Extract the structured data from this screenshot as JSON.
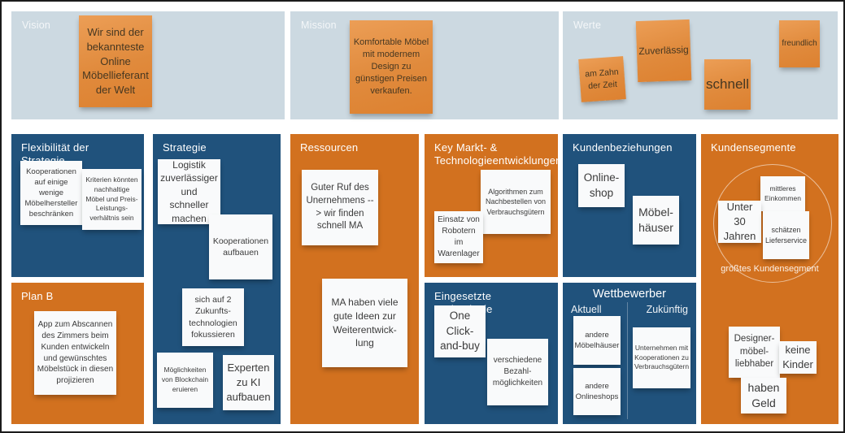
{
  "top_sections": [
    {
      "label": "Vision",
      "notes": [
        "Wir sind der bekannteste Online Möbellieferant der Welt"
      ]
    },
    {
      "label": "Mission",
      "notes": [
        "Komfortable Möbel mit modernem Design zu günstigen Preisen verkaufen."
      ]
    },
    {
      "label": "Werte",
      "notes": [
        "am Zahn der Zeit",
        "Zuverlässig",
        "schnell",
        "freundlich"
      ]
    }
  ],
  "panels": {
    "flexibilitaet": {
      "label": "Flexibilität der Strategie",
      "notes": [
        "Kooperationen auf einige wenige Möbelhersteller beschränken",
        "Kriterien könnten nachhaltige Möbel und Preis-Leistungs-verhältnis sein"
      ]
    },
    "plan_b": {
      "label": "Plan B",
      "notes": [
        "App zum Abscannen des Zimmers beim Kunden entwickeln und gewünschtes Möbelstück in diesen projizieren"
      ]
    },
    "strategie": {
      "label": "Strategie",
      "notes": [
        "Logistik zuverlässiger und schneller machen",
        "Kooperationen aufbauen",
        "sich auf 2 Zukunfts-technologien fokussieren",
        "Möglichkeiten von Blockchain eruieren",
        "Experten zu KI aufbauen"
      ]
    },
    "ressourcen": {
      "label": "Ressourcen",
      "notes": [
        "Guter Ruf des Unernehmens --> wir finden schnell MA",
        "MA haben viele gute Ideen zur Weiterentwick- lung"
      ]
    },
    "key_markt": {
      "label": "Key Markt- & Technologieentwicklungen",
      "notes": [
        "Algorithmen zum Nachbestellen von Verbrauchsgütern",
        "Einsatz von Robotern im Warenlager"
      ]
    },
    "technologie": {
      "label": "Eingesetzte Technologie",
      "notes": [
        "One Click- and-buy",
        "verschiedene Bezahl- möglichkeiten"
      ]
    },
    "kundenbeziehungen": {
      "label": "Kundenbeziehungen",
      "notes": [
        "Online- shop",
        "Möbel- häuser"
      ]
    },
    "wettbewerber": {
      "label": "Wettbewerber",
      "columns": {
        "aktuell": {
          "label": "Aktuell",
          "notes": [
            "andere Möbelhäuser",
            "andere Onlineshops"
          ]
        },
        "zukuenftig": {
          "label": "Zukünftig",
          "notes": [
            "Unternehmen mit Kooperationen zu Verbrauchsgütern"
          ]
        }
      }
    },
    "kundensegmente": {
      "label": "Kundensegmente",
      "circle_label": "größtes Kundensegment",
      "notes": [
        "mittleres Einkommen",
        "Unter 30 Jahren",
        "schätzen Lieferservice",
        "Designer- möbel- liebhaber",
        "keine Kinder",
        "haben Geld"
      ]
    }
  },
  "colors": {
    "panel_blue": "#20527c",
    "panel_orange": "#d2711f",
    "panel_top_gray_blue": "#ccd9e1",
    "sticky_orange": "#e28e41",
    "sticky_white": "#f9fafb",
    "frame_border": "#1b1b1b"
  }
}
